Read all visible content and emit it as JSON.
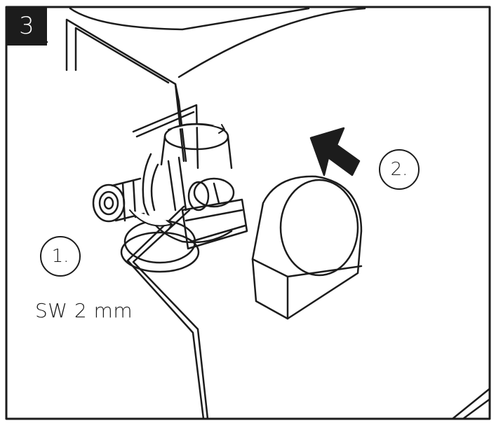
{
  "step": {
    "number": "3"
  },
  "callouts": [
    {
      "label": "1."
    },
    {
      "label": "2."
    }
  ],
  "tool": {
    "label": "SW 2 mm"
  },
  "colors": {
    "ink": "#1c1c1c",
    "background": "#ffffff"
  }
}
